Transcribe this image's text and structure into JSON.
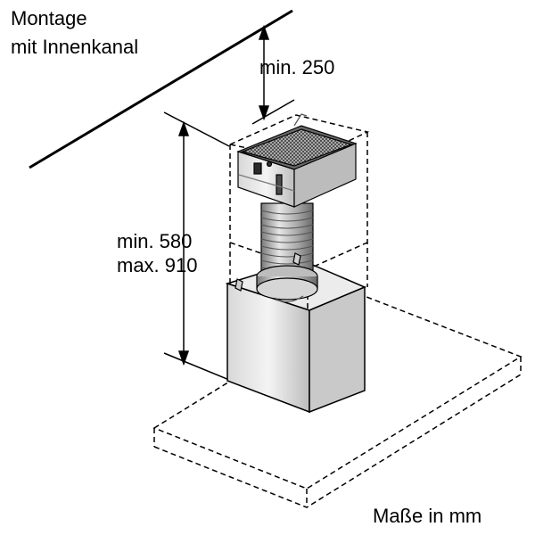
{
  "title": {
    "line1": "Montage",
    "line2": "mit Innenkanal"
  },
  "dimensions": {
    "top_clearance": "min. 250",
    "height_min": "min. 580",
    "height_max": "max. 910"
  },
  "units_note": "Maße in mm",
  "colors": {
    "line": "#000000",
    "gray_dark": "#5a5a5a",
    "gray_mid": "#8c8c8c",
    "gray_light": "#cfcfcf",
    "background": "#ffffff"
  }
}
